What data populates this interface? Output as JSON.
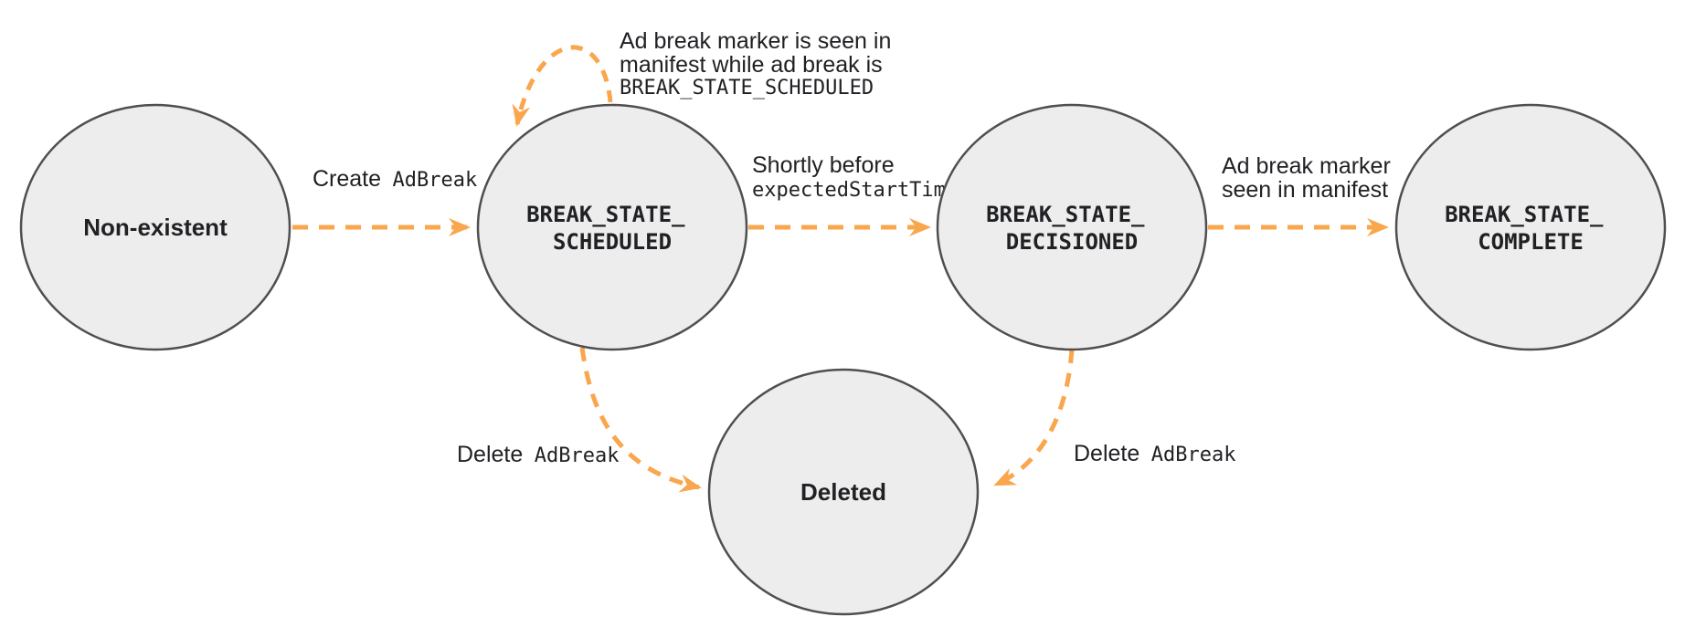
{
  "diagram": {
    "colors": {
      "arrow_orange": "#F9A64D",
      "node_fill": "#EDEDED",
      "node_stroke": "#4F4F4F",
      "text": "#202124"
    },
    "nodes": {
      "non_existent": {
        "label": "Non-existent"
      },
      "scheduled": {
        "line1": "BREAK_STATE_",
        "line2": "SCHEDULED"
      },
      "decisioned": {
        "line1": "BREAK_STATE_",
        "line2": "DECISIONED"
      },
      "complete": {
        "line1": "BREAK_STATE_",
        "line2": "COMPLETE"
      },
      "deleted": {
        "label": "Deleted"
      }
    },
    "edges": {
      "create": {
        "plain": "Create",
        "code": "AdBreak"
      },
      "self_loop": {
        "line1": "Ad break marker is seen in",
        "line2": "manifest while ad break is",
        "code": "BREAK_STATE_SCHEDULED"
      },
      "to_decisioned": {
        "plain": "Shortly before",
        "code": "expectedStartTime"
      },
      "to_complete": {
        "line1": "Ad break marker",
        "line2": "seen in manifest"
      },
      "delete_from_scheduled": {
        "plain": "Delete",
        "code": "AdBreak"
      },
      "delete_from_decisioned": {
        "plain": "Delete",
        "code": "AdBreak"
      }
    }
  }
}
